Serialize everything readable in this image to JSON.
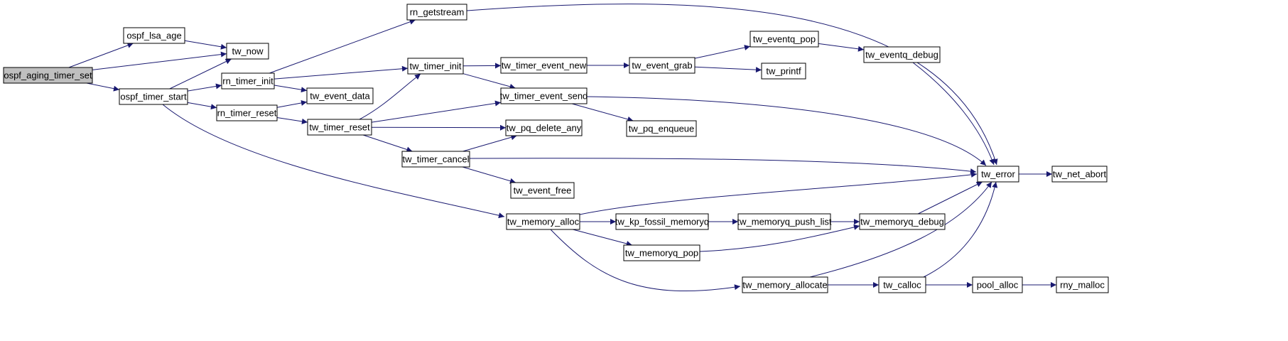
{
  "colors": {
    "node_fill": "#ffffff",
    "root_fill": "#bfbfbf",
    "node_stroke": "#000000",
    "edge": "#191970"
  },
  "nodes": {
    "ospf_aging_timer_set": "ospf_aging_timer_set",
    "ospf_lsa_age": "ospf_lsa_age",
    "tw_now": "tw_now",
    "ospf_timer_start": "ospf_timer_start",
    "rn_getstream": "rn_getstream",
    "rn_timer_init": "rn_timer_init",
    "tw_event_data": "tw_event_data",
    "rn_timer_reset": "rn_timer_reset",
    "tw_timer_init": "tw_timer_init",
    "tw_timer_event_new": "tw_timer_event_new",
    "tw_event_grab": "tw_event_grab",
    "tw_eventq_pop": "tw_eventq_pop",
    "tw_eventq_debug": "tw_eventq_debug",
    "tw_printf": "tw_printf",
    "tw_timer_event_send": "tw_timer_event_send",
    "tw_timer_reset": "tw_timer_reset",
    "tw_pq_delete_any": "tw_pq_delete_any",
    "tw_pq_enqueue": "tw_pq_enqueue",
    "tw_timer_cancel": "tw_timer_cancel",
    "tw_event_free": "tw_event_free",
    "tw_error": "tw_error",
    "tw_net_abort": "tw_net_abort",
    "tw_memory_alloc": "tw_memory_alloc",
    "tw_kp_fossil_memoryq": "tw_kp_fossil_memoryq",
    "tw_memoryq_push_list": "tw_memoryq_push_list",
    "tw_memoryq_debug": "tw_memoryq_debug",
    "tw_memoryq_pop": "tw_memoryq_pop",
    "tw_memory_allocate": "tw_memory_allocate",
    "tw_calloc": "tw_calloc",
    "pool_alloc": "pool_alloc",
    "rny_malloc": "rny_malloc"
  }
}
